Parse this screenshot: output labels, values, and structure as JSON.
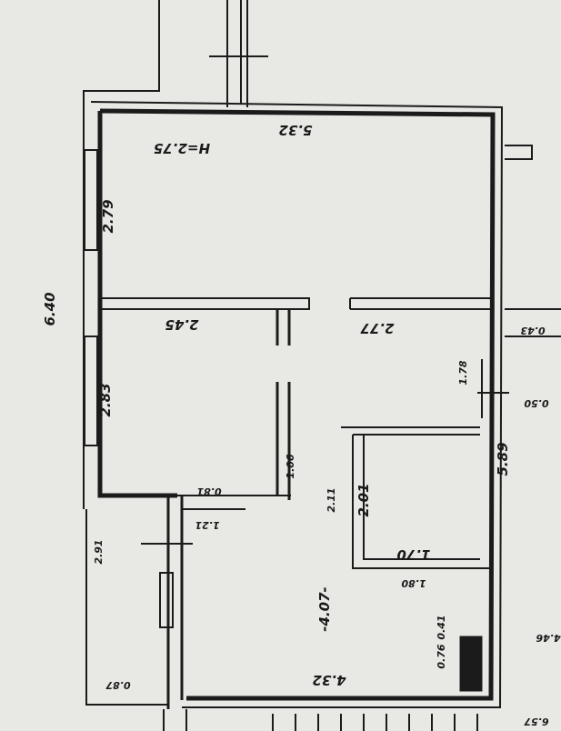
{
  "plan": {
    "ceiling_height": "H=2.75",
    "dims": {
      "top_width": "5.32",
      "room1_side": "2.79",
      "overall_left": "6.40",
      "room1_lower_width": "2.45",
      "room2_width": "2.77",
      "room3_side": "2.83",
      "right_segment": "1.78",
      "right_overall": "5.89",
      "door_wall": "1.06",
      "corridor_len": "2.11",
      "closet_depth": "2.01",
      "closet_width": "1.70",
      "closet_lower": "1.80",
      "kitchen_len": "-4.07-",
      "kitchen_width": "4.32",
      "side_room_len": "2.91",
      "side_room_width": "0.87",
      "vent_a": "0.41",
      "vent_b": "0.76",
      "corner_a": "0.43",
      "corner_b": "0.50",
      "outer_right_a": "4.46",
      "outer_right_b": "6.57",
      "small_a": "0.81",
      "small_b": "1.21"
    }
  }
}
